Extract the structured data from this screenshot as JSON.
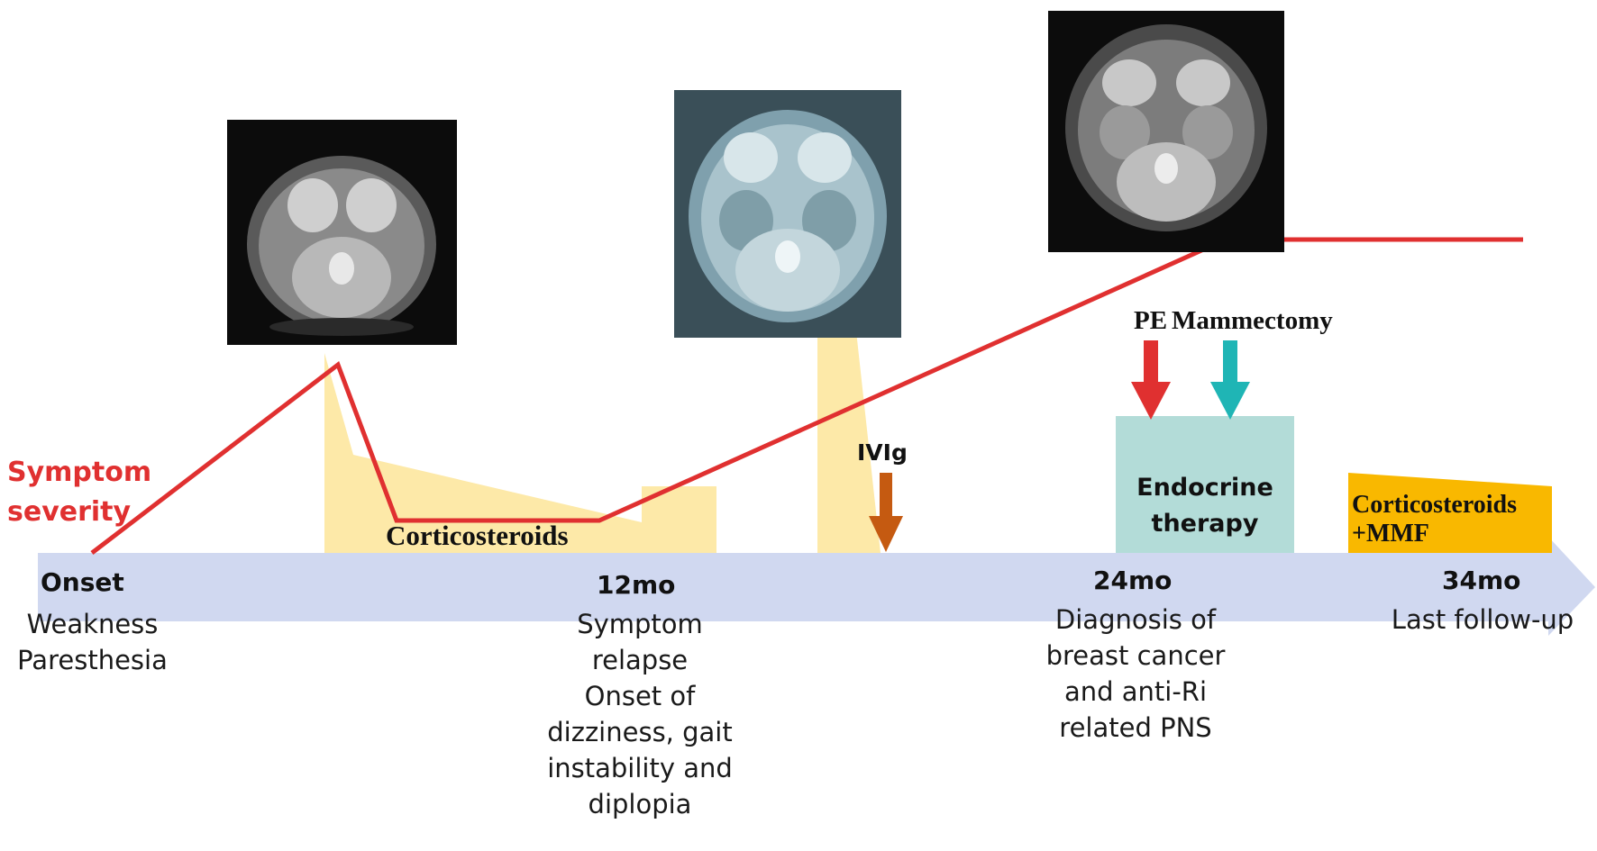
{
  "y_label": [
    "Symptom",
    "severity"
  ],
  "timepoints": [
    {
      "label": "Onset",
      "notes": [
        "Weakness",
        "Paresthesia"
      ]
    },
    {
      "label": "12mo",
      "notes": [
        "Symptom",
        "relapse",
        "Onset of",
        "dizziness, gait",
        "instability and",
        "diplopia"
      ]
    },
    {
      "label": "24mo",
      "notes": [
        "Diagnosis of",
        "breast cancer",
        "and anti-Ri",
        "related PNS"
      ]
    },
    {
      "label": "34mo",
      "notes": [
        "Last follow-up"
      ]
    }
  ],
  "treatments": {
    "corticosteroids_1": "Corticosteroids",
    "ivig": "IVIg",
    "pe": "PE",
    "mammectomy": "Mammectomy",
    "endocrine_therapy": [
      "Endocrine",
      "therapy"
    ],
    "corticosteroids_mmf": [
      "Corticosteroids",
      "+MMF"
    ]
  },
  "colors": {
    "severity_line": "#e03030",
    "axis": "#d0d8f0",
    "steroid_fill": "#fde9a8",
    "ivig_arrow": "#c55a11",
    "pe_arrow": "#e03030",
    "mammectomy_arrow": "#1fb5b5",
    "endocrine_box": "#b3dcd8",
    "mmf_fill": "#f9b800"
  },
  "icons": [
    "mri-scan-1",
    "mri-scan-2",
    "mri-scan-3"
  ]
}
